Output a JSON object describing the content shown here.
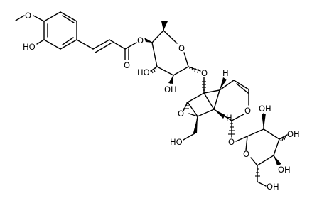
{
  "molecule": {
    "atom_labels": {
      "o_methoxy": "O",
      "ho_phenol": "HO",
      "o_ester_link": "O",
      "o_carbonyl": "O",
      "o_rhamnose_ring": "O",
      "ho_rhamnose_c3": "HO",
      "oh_rhamnose_c2": "OH",
      "o_glycosidic_upper": "O",
      "o_epoxide": "O",
      "h_c5": "H",
      "o_pyran": "O",
      "h_c9": "H",
      "ho_hydroxymethyl": "HO",
      "o_glycosidic_lower": "O",
      "o_glucose_ring": "O",
      "oh_glucose_c2": "OH",
      "oh_glucose_c3": "OH",
      "oh_glucose_c4": "OH",
      "oh_glucose_c6": "OH"
    },
    "colors": {
      "bond": "#000000",
      "label": "#000000",
      "background": "#ffffff"
    }
  }
}
